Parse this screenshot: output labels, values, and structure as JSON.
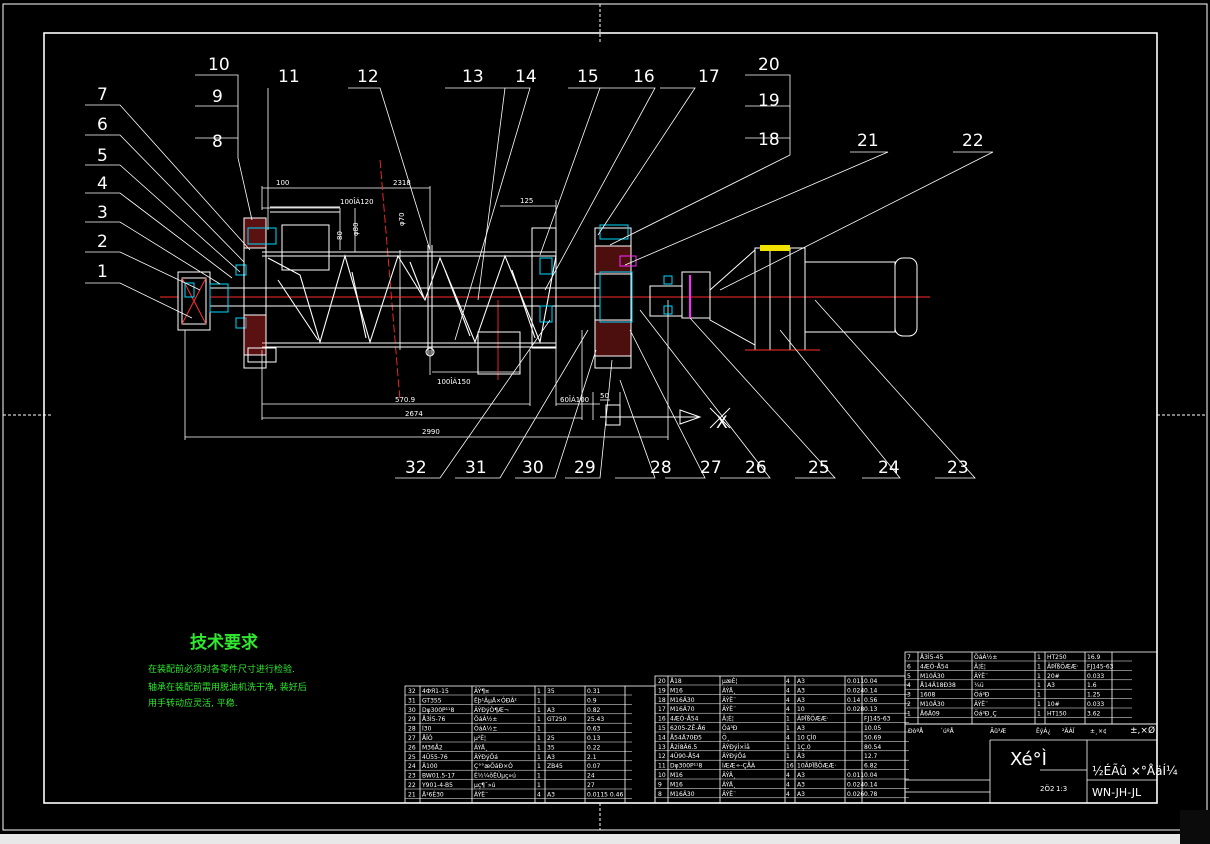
{
  "colors": {
    "background": "#000000",
    "outline": "#ffffff",
    "leader": "#ffffff",
    "centerline": "#ff2a2a",
    "hidden_cyan": "#00d8ff",
    "hatch": "#ff3030",
    "accent_yellow": "#f2e200",
    "accent_magenta": "#ff2aff",
    "requirements_green": "#2fe82f"
  },
  "callouts_top": [
    "10",
    "9",
    "8",
    "11",
    "12",
    "13",
    "14",
    "15",
    "16",
    "17",
    "20",
    "19",
    "18",
    "21",
    "22"
  ],
  "callouts_left": [
    "7",
    "6",
    "5",
    "4",
    "3",
    "2",
    "1"
  ],
  "callouts_bottom": [
    "32",
    "31",
    "30",
    "29",
    "28",
    "27",
    "26",
    "25",
    "24",
    "23"
  ],
  "dimensions": {
    "d100": "100",
    "d2318": "2318",
    "d100x120": "100ÎÁ120",
    "d125": "125",
    "d80": "80",
    "dphi80": "φ80",
    "dphi70": "φ70",
    "d100x150": "100ÎÁ150",
    "d570": "570.9",
    "d2674": "2674",
    "d60x100": "60ÎÁ100",
    "d50": "50",
    "d2990": "2990"
  },
  "section_mark": "X",
  "requirements": {
    "title": "技术要求",
    "line1": "在装配前必须对各零件尺寸进行检验.",
    "line2": "轴承在装配前需用脱油机洗干净, 装好后",
    "line3": "用手转动应灵活, 平稳."
  },
  "parts_left": [
    [
      "32",
      "4ФЯ1-15",
      "ÂÝ¶¤",
      "1",
      "35",
      "0.31"
    ],
    [
      "31",
      "GT355",
      "Ëþ¹ÂµÄ×ÓÐÂ²",
      "1",
      "",
      "0.9"
    ],
    [
      "30",
      "Dφ300Р¹¹8",
      "ÂÝÐýÒ¶Æ¬",
      "1",
      "A3",
      "0.82"
    ],
    [
      "29",
      "Å3Ì5-76",
      "ÖáÀ½±",
      "1",
      "GT250",
      "25.43"
    ],
    [
      "28",
      "Í30",
      "ÖáÀ½±",
      "1",
      "",
      "0.63"
    ],
    [
      "27",
      "ÅÎÓ",
      "µ²È¦",
      "1",
      "25",
      "0.13"
    ],
    [
      "26",
      "M36Å2",
      "ÂÝÄ¸",
      "1",
      "35",
      "0.22"
    ],
    [
      "25",
      "4Ü55-76",
      "ÂÝÐýÖá",
      "1",
      "A3",
      "2.1"
    ],
    [
      "24",
      "Ä100",
      "Ç°°æÖáÐ×Ó",
      "1",
      "ZB45",
      "0.07"
    ],
    [
      "23",
      "BW01.5-17",
      "Ê½¼õËÙµç»ú",
      "1",
      "",
      "24"
    ],
    [
      "22",
      "Y901-4-B5",
      "µç¶¯»ú",
      "1",
      "",
      "27"
    ],
    [
      "21",
      "Ä¹6Ê30",
      "ÂÝË¨",
      "4",
      "A3",
      "0.0115 0.46"
    ]
  ],
  "parts_mid": [
    [
      "20",
      "Å18",
      "µæÈ¦",
      "4",
      "A3",
      "0.011",
      "0.04"
    ],
    [
      "19",
      "M16",
      "ÂÝÄ¸",
      "4",
      "A3",
      "0.024",
      "0.14"
    ],
    [
      "18",
      "M16Ä30",
      "ÂÝË¨",
      "4",
      "A3",
      "0.14",
      "0.56"
    ],
    [
      "17",
      "M16Ä70",
      "ÂÝË¨",
      "4",
      "10",
      "0.028",
      "0.13"
    ],
    [
      "16",
      "4ÆÓ-Å54",
      "Ã¦È¦",
      "1",
      "ÃÞÏßÖÆÆ·",
      "",
      "FJ145-63"
    ],
    [
      "15",
      "6205-ZÊ-Å6",
      "Öá³Ð",
      "1",
      "A3",
      "",
      "10.05"
    ],
    [
      "14",
      "Å54Ä70Ð5",
      "Ö¸",
      "4",
      "10 ÇÌ0",
      "",
      "50.69"
    ],
    [
      "13",
      "Å2Í8Ä6.5",
      "ÂÝÐýÌ×Ìå",
      "1",
      "1Ç.0",
      "",
      "80.54"
    ],
    [
      "12",
      "4Ü90-Å54",
      "ÂÝÐýÖá",
      "1",
      "Ä3",
      "",
      "12.7"
    ],
    [
      "11",
      "Dφ300Р¹¹8",
      "ÍÆÆ÷-ÇÅÀ",
      "16",
      "10ÃÞÏßÖÆÆ·",
      "",
      "6.82"
    ],
    [
      "10",
      "M16",
      "ÂÝÄ¸",
      "4",
      "A3",
      "0.011",
      "0.04"
    ],
    [
      "9",
      "M16",
      "ÂÝÄ¸",
      "4",
      "A3",
      "0.024",
      "0.14"
    ],
    [
      "8",
      "M16Ä30",
      "ÂÝË¨",
      "4",
      "A3",
      "0.026",
      "0.78"
    ]
  ],
  "parts_right": [
    [
      "7",
      "Å3Ì5-45",
      "ÖáÀ½±",
      "1",
      "HT250",
      "16.9"
    ],
    [
      "6",
      "4ÆÓ-Å54",
      "Ã¦È¦",
      "1",
      "ÃÞÏßÖÆÆ·",
      "FJ145-63"
    ],
    [
      "5",
      "M10Ä30",
      "ÂÝË¨",
      "1",
      "20#",
      "0.033"
    ],
    [
      "4",
      "Å14Ä18Ð38",
      "¼ü",
      "1",
      "A3",
      "1.6"
    ],
    [
      "3",
      "1608",
      "Öá³Ð",
      "1",
      "",
      "1.25"
    ],
    [
      "2",
      "M10Ä30",
      "ÂÝË¨",
      "1",
      "10#",
      "0.033"
    ],
    [
      "1",
      "Å6Ä09",
      "Öá³Ð¸Ç",
      "1",
      "HT150",
      "3.62"
    ]
  ],
  "parts_header": [
    "ÐòºÅ",
    "´úºÅ",
    "Ãû³Æ",
    "ÊýÁ¿",
    "²ÄÁÏ",
    "±¸×¢"
  ],
  "title_block": {
    "drawing_title": "Xé°Ì",
    "drawing_name": "½ÉÃû ×°ÅäÍ¼",
    "drawing_code": "WN-JH-JL",
    "scale_label": "1:3",
    "sheet_info": "2Ö2",
    "tolerance": "±,×Ø"
  }
}
